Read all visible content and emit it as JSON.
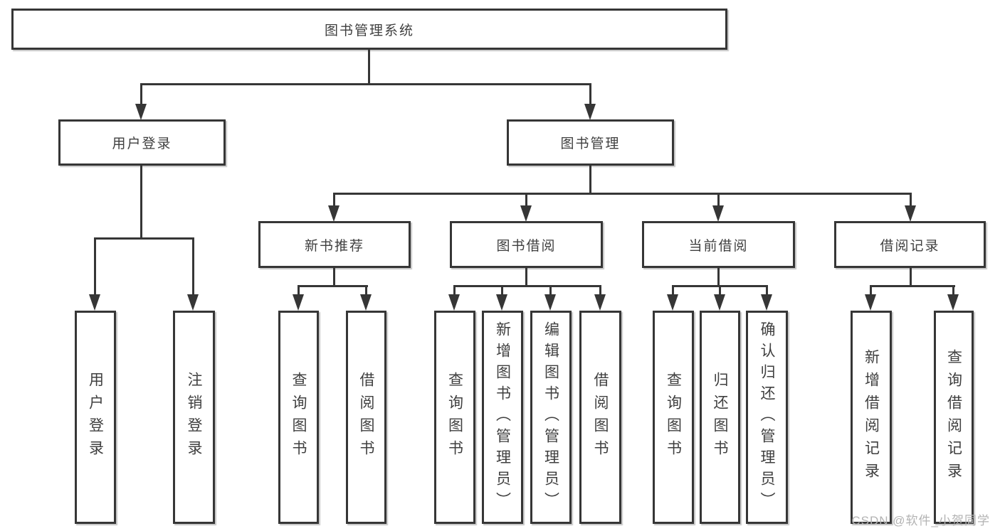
{
  "title": "图书管理系统",
  "watermark": "CSDN @软件_小贺同学",
  "colors": {
    "line": "#363636",
    "box_background": "#ffffff",
    "text": "#3f3f3f",
    "watermark": "#b3b3b3"
  },
  "level2": [
    {
      "label": "用户登录",
      "children": [
        "用户登录",
        "注销登录"
      ]
    },
    {
      "label": "图书管理"
    }
  ],
  "level3": [
    {
      "label": "新书推荐",
      "children": [
        "查询图书",
        "借阅图书"
      ]
    },
    {
      "label": "图书借阅",
      "children": [
        "查询图书",
        "新增图书（管理员）",
        "编辑图书（管理员）",
        "借阅图书"
      ]
    },
    {
      "label": "当前借阅",
      "children": [
        "查询图书",
        "归还图书",
        "确认归还（管理员）"
      ]
    },
    {
      "label": "借阅记录",
      "children": [
        "新增借阅记录",
        "查询借阅记录"
      ]
    }
  ]
}
